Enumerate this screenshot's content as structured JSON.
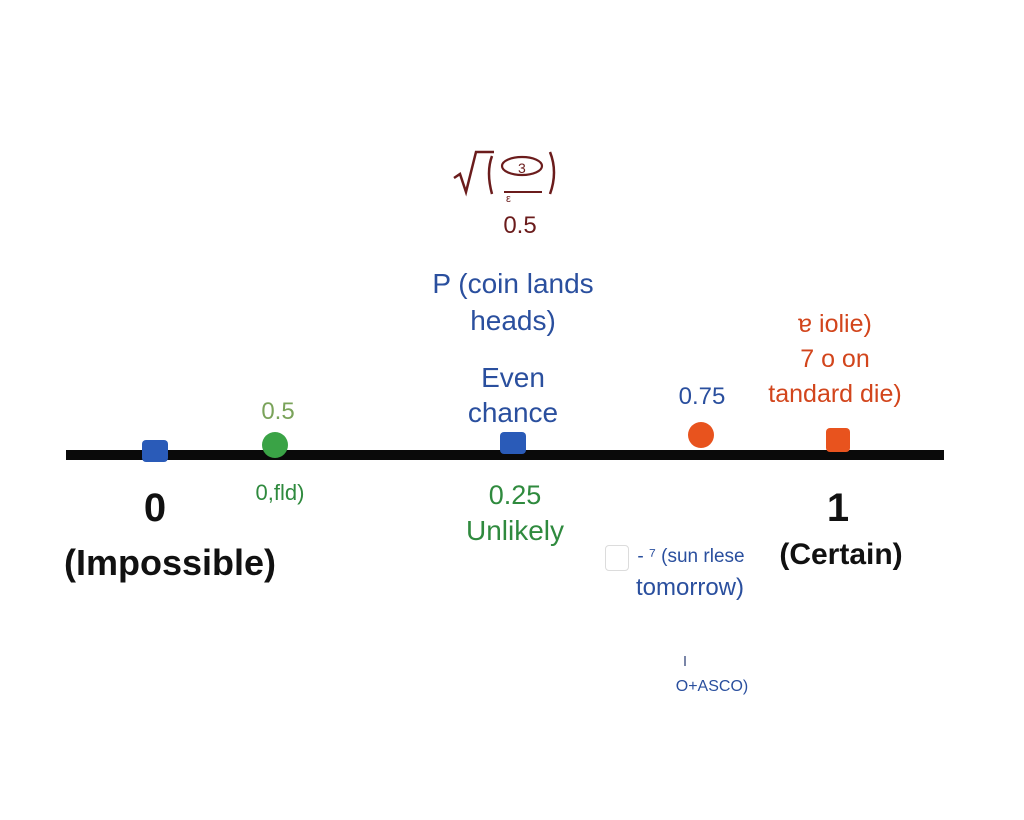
{
  "formula": {
    "fraction_top": "3",
    "fraction_bottom": "ε",
    "value": "0.5"
  },
  "labels": {
    "coin_event_line1": "P (coin lands",
    "coin_event_line2": "heads)",
    "even_chance_line1": "Even",
    "even_chance_line2": "chance",
    "left_value": "0.5",
    "left_under": "0,fld)",
    "three_quarter": "0.75",
    "die_line1": "ɐ  iolie)",
    "die_line2": "7  o on",
    "die_line3": "tandard die)",
    "zero": "0",
    "impossible": "(Impossible)",
    "quarter": "0.25",
    "unlikely": "Unlikely",
    "one": "1",
    "certain": "(Certain)",
    "sun_line1": "- ⁷ (sun rlese",
    "sun_line2": "tomorrow)",
    "bottom_code": "O+ASCO)"
  },
  "colors": {
    "blue": "#2a4f9e",
    "green": "#3aa346",
    "orange": "#e8531e",
    "line": "#0a0a0a"
  },
  "markers": [
    {
      "name": "marker-zero",
      "shape": "square",
      "color": "blue"
    },
    {
      "name": "marker-green",
      "shape": "circle",
      "color": "green"
    },
    {
      "name": "marker-even",
      "shape": "square",
      "color": "blue"
    },
    {
      "name": "marker-red",
      "shape": "circle",
      "color": "orange"
    },
    {
      "name": "marker-die",
      "shape": "square",
      "color": "orange"
    }
  ]
}
